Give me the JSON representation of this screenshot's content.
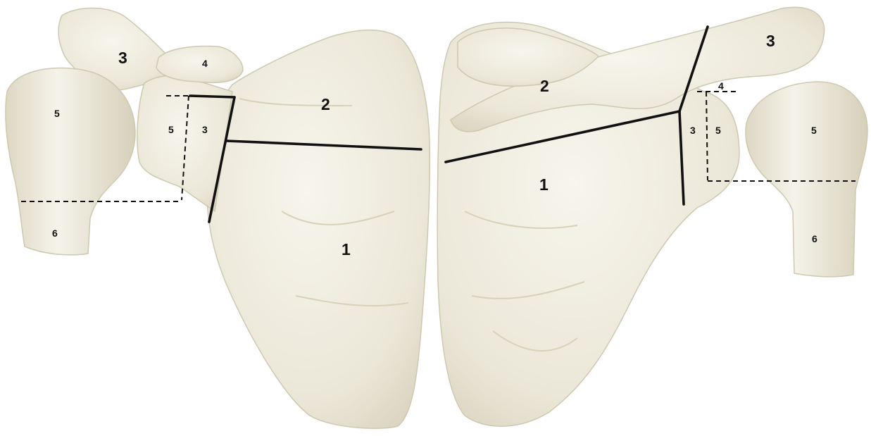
{
  "bone_color": "#efece0",
  "shadow_color": "#c9c3ad",
  "line_color": "#111111",
  "left_view": {
    "labels": {
      "scapula_body": "1",
      "supraspinous_region": "2",
      "acromion": "3",
      "coracoid": "4",
      "glenoid_region": "3",
      "humeral_head": "5",
      "humeral_head_side": "5",
      "humeral_shaft": "6"
    }
  },
  "right_view": {
    "labels": {
      "scapula_body": "1",
      "spine_region": "2",
      "acromion": "3",
      "coracoid": "4",
      "glenoid_region": "3",
      "glenoid_side": "5",
      "humeral_head": "5",
      "humeral_shaft": "6"
    }
  }
}
